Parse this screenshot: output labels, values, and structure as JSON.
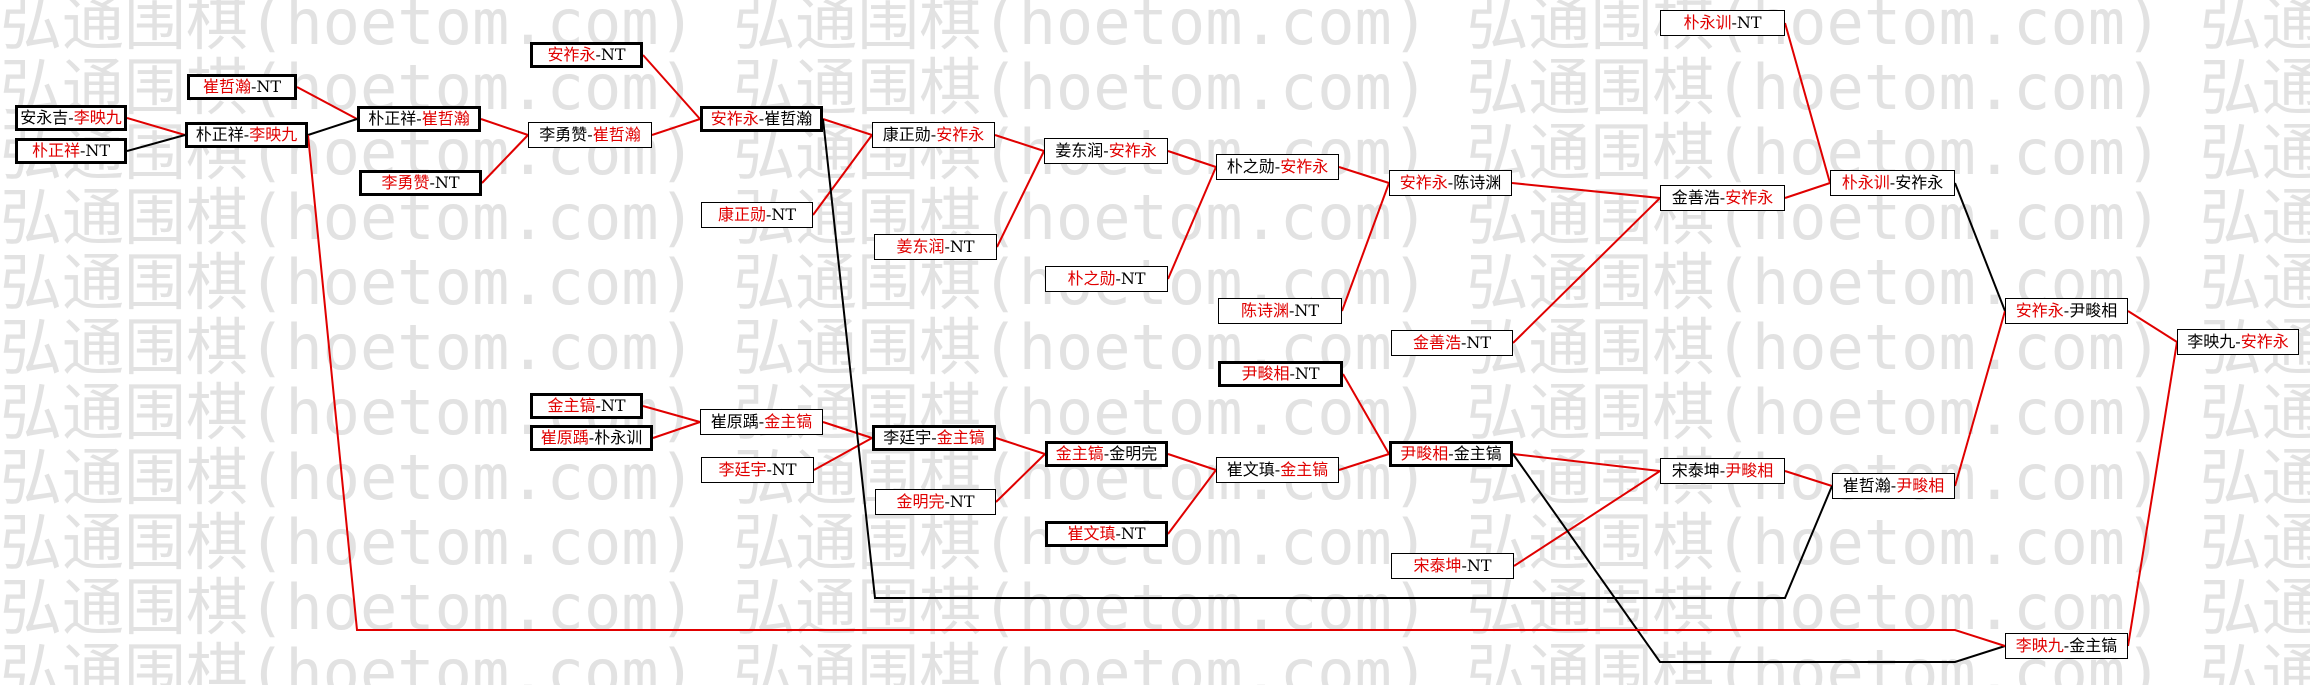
{
  "watermark": "弘通围棋(hoetom.com)",
  "colors": {
    "winner": "#e00000",
    "loser": "#000000",
    "watermark": "#e2e2e2"
  },
  "nodes": {
    "an_yongji": {
      "a": "安永吉",
      "b": "李映九",
      "sep": "-",
      "win": "b",
      "thick": true
    },
    "piao_zhengxiang_nt": {
      "a": "朴正祥",
      "b": "NT",
      "sep": "-",
      "win": "a",
      "thick": true
    },
    "piao_zhengxiang_r2": {
      "a": "朴正祥",
      "b": "李映九",
      "sep": "-",
      "win": "b",
      "thick": true
    },
    "cui_zhehan_nt": {
      "a": "崔哲瀚",
      "b": "NT",
      "sep": "-",
      "win": "a",
      "thick": true
    },
    "li_yongzan_nt": {
      "a": "李勇赞",
      "b": "NT",
      "sep": "-",
      "win": "a",
      "thick": true
    },
    "piao_cui": {
      "a": "朴正祥",
      "b": "崔哲瀚",
      "sep": "-",
      "win": "b",
      "thick": true
    },
    "li_cui": {
      "a": "李勇赞",
      "b": "崔哲瀚",
      "sep": "-",
      "win": "b",
      "thick": false
    },
    "an_zuoyong_nt1": {
      "a": "安祚永",
      "b": "NT",
      "sep": "-",
      "win": "a",
      "thick": true
    },
    "an_cui": {
      "a": "安祚永",
      "b": "崔哲瀚",
      "sep": "-",
      "win": "a",
      "thick": true
    },
    "kang_zhengxun_nt": {
      "a": "康正勋",
      "b": "NT",
      "sep": "-",
      "win": "a",
      "thick": false
    },
    "kang_an": {
      "a": "康正勋",
      "b": "安祚永",
      "sep": "-",
      "win": "b",
      "thick": false
    },
    "jiang_dongrun_nt": {
      "a": "姜东润",
      "b": "NT",
      "sep": "-",
      "win": "a",
      "thick": false
    },
    "jiang_an": {
      "a": "姜东润",
      "b": "安祚永",
      "sep": "-",
      "win": "b",
      "thick": false
    },
    "piao_zhixun_nt": {
      "a": "朴之勋",
      "b": "NT",
      "sep": "-",
      "win": "a",
      "thick": false
    },
    "piao_an": {
      "a": "朴之勋",
      "b": "安祚永",
      "sep": "-",
      "win": "b",
      "thick": false
    },
    "chen_shiyuan_nt": {
      "a": "陈诗渊",
      "b": "NT",
      "sep": "-",
      "win": "a",
      "thick": false
    },
    "an_chen": {
      "a": "安祚永",
      "b": "陈诗渊",
      "sep": "-",
      "win": "a",
      "thick": false
    },
    "jin_shanhao_nt": {
      "a": "金善浩",
      "b": "NT",
      "sep": "-",
      "win": "a",
      "thick": false
    },
    "jin_an": {
      "a": "金善浩",
      "b": "安祚永",
      "sep": "-",
      "win": "b",
      "thick": false
    },
    "piao_yongxun_nt": {
      "a": "朴永训",
      "b": "NT",
      "sep": "-",
      "win": "a",
      "thick": false
    },
    "piao_yongxun_an": {
      "a": "朴永训",
      "b": "安祚永",
      "sep": "-",
      "win": "a",
      "thick": false
    },
    "an_yin": {
      "a": "安祚永",
      "b": "尹畯相",
      "sep": "-",
      "win": "a",
      "thick": false
    },
    "final": {
      "a": "李映九",
      "b": "安祚永",
      "sep": "-",
      "win": "b",
      "thick": false
    },
    "jin_zhuhao_nt": {
      "a": "金主镐",
      "b": "NT",
      "sep": "-",
      "win": "a",
      "thick": true
    },
    "cui_yuanxiu_piao": {
      "a": "崔原踽",
      "b": "朴永训",
      "sep": "-",
      "win": "a",
      "thick": true
    },
    "cui_yuanxiu_jin": {
      "a": "崔原踽",
      "b": "金主镐",
      "sep": "-",
      "win": "b",
      "thick": false
    },
    "li_tingyu_nt": {
      "a": "李廷宇",
      "b": "NT",
      "sep": "-",
      "win": "a",
      "thick": false
    },
    "li_tingyu_jin": {
      "a": "李廷宇",
      "b": "金主镐",
      "sep": "-",
      "win": "b",
      "thick": true
    },
    "jin_minwan_nt": {
      "a": "金明完",
      "b": "NT",
      "sep": "-",
      "win": "a",
      "thick": false
    },
    "jin_jin": {
      "a": "金主镐",
      "b": "金明完",
      "sep": "-",
      "win": "a",
      "thick": true
    },
    "cui_wenzhen_nt": {
      "a": "崔文瑱",
      "b": "NT",
      "sep": "-",
      "win": "a",
      "thick": true
    },
    "cui_wenzhen_jin": {
      "a": "崔文瑱",
      "b": "金主镐",
      "sep": "-",
      "win": "b",
      "thick": false
    },
    "yin_junxiang_nt": {
      "a": "尹畯相",
      "b": "NT",
      "sep": "-",
      "win": "a",
      "thick": true
    },
    "yin_jin": {
      "a": "尹畯相",
      "b": "金主镐",
      "sep": "-",
      "win": "a",
      "thick": true
    },
    "song_taikun_nt": {
      "a": "宋泰坤",
      "b": "NT",
      "sep": "-",
      "win": "a",
      "thick": false
    },
    "song_yin": {
      "a": "宋泰坤",
      "b": "尹畯相",
      "sep": "-",
      "win": "b",
      "thick": false
    },
    "cui_yin": {
      "a": "崔哲瀚",
      "b": "尹畯相",
      "sep": "-",
      "win": "b",
      "thick": false
    },
    "li_jin": {
      "a": "李映九",
      "b": "金主镐",
      "sep": "-",
      "win": "a",
      "thick": false
    }
  }
}
